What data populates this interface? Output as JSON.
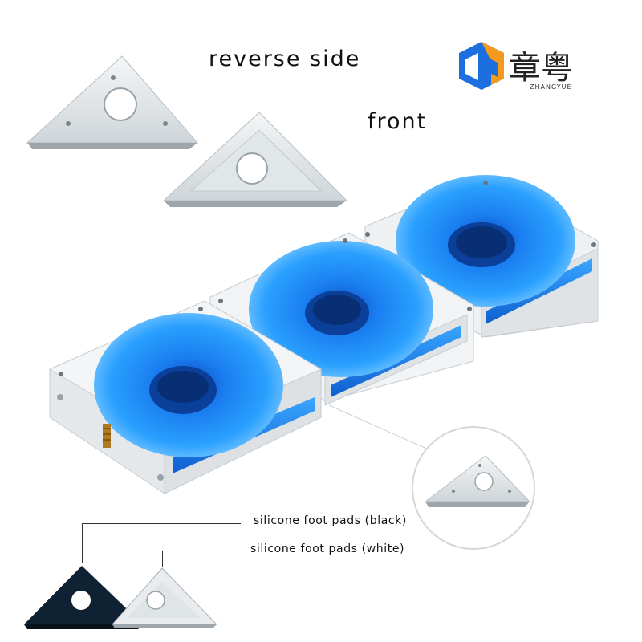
{
  "labels": {
    "reverse_side": "reverse side",
    "front": "front",
    "pads_black": "silicone foot pads (black)",
    "pads_white": "silicone foot pads (white)"
  },
  "logo": {
    "brand_text": "ZHANGYUE",
    "glyphs": "章粤"
  },
  "colors": {
    "fan_blue": "#1a8cff",
    "fan_blue_dark": "#0b5fd1",
    "frame_white": "#f2f3f5",
    "pad_black": "#0f2233",
    "pad_white": "#e9ecef",
    "logo_orange": "#f39a1f",
    "logo_blue": "#1d6fe0"
  }
}
